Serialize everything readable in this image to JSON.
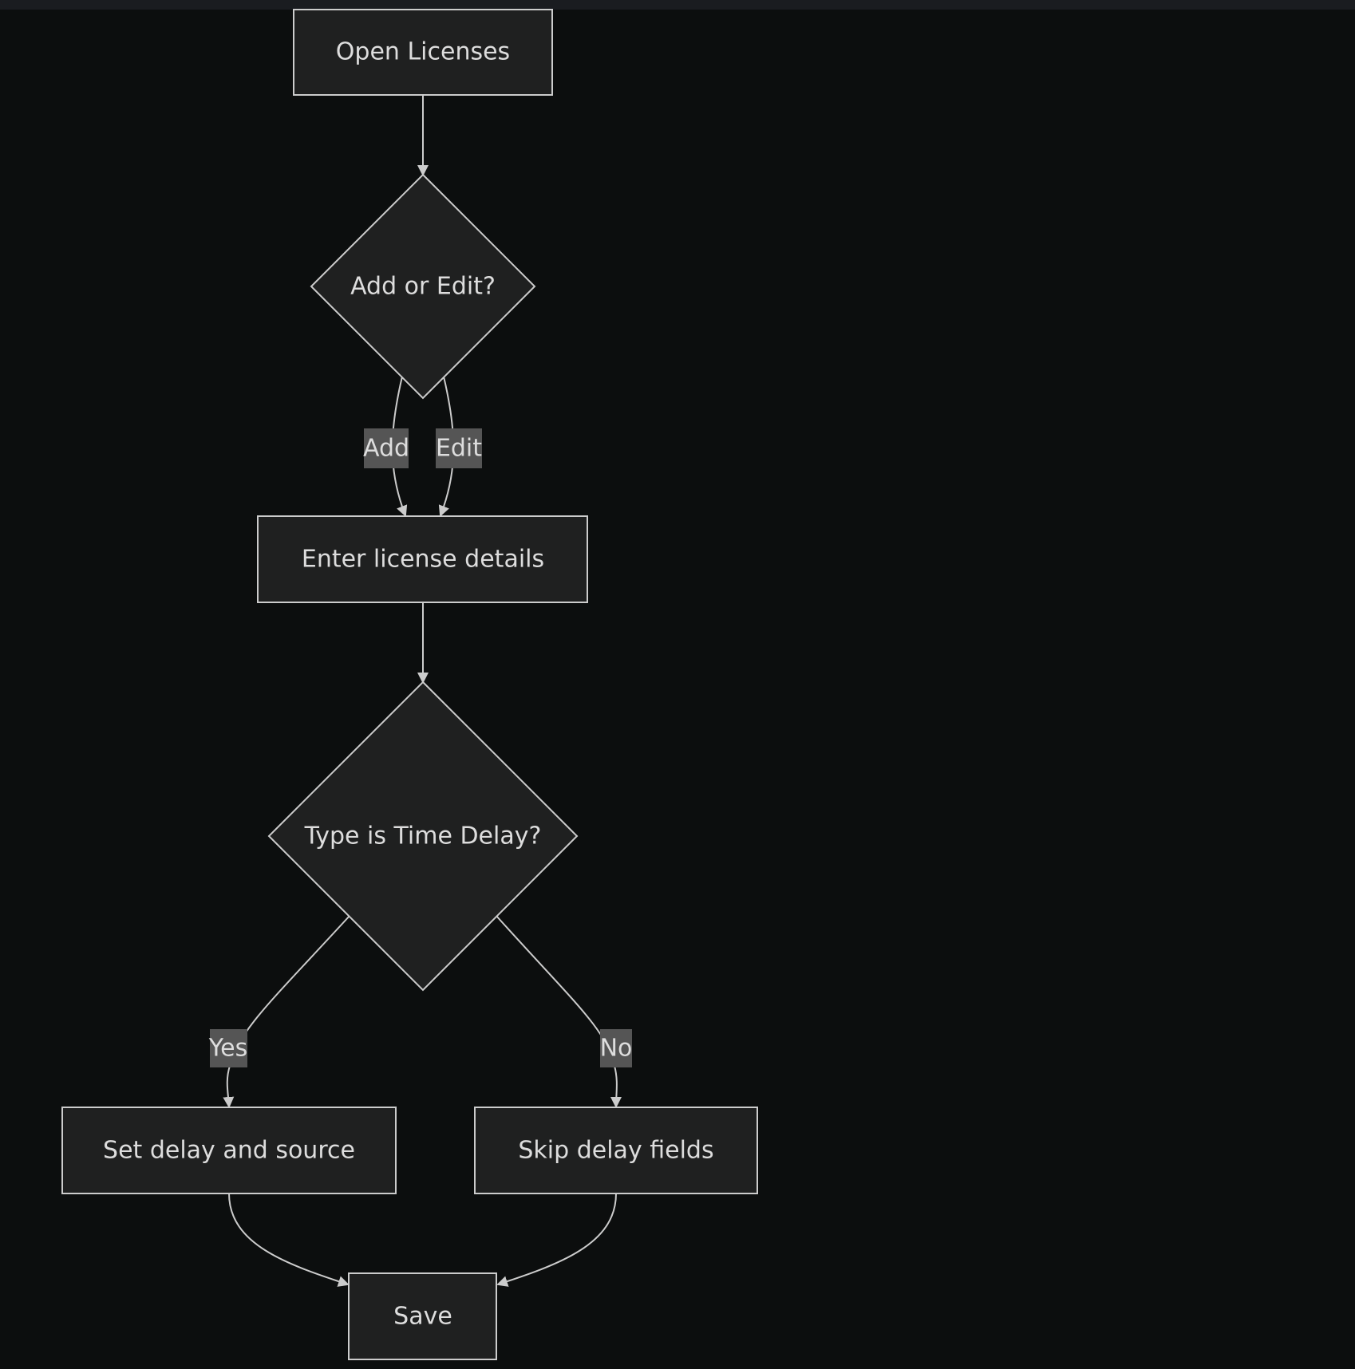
{
  "colors": {
    "background": "#0c0e0e",
    "node_fill": "#1f2020",
    "node_stroke": "#cccccc",
    "edge_label_bg": "#555555",
    "text": "#dddddd"
  },
  "nodes": {
    "open_licenses": "Open Licenses",
    "add_or_edit": "Add or Edit?",
    "enter_details": "Enter license details",
    "type_time_delay": "Type is Time Delay?",
    "set_delay": "Set delay and source",
    "skip_delay": "Skip delay fields",
    "save": "Save"
  },
  "edge_labels": {
    "add": "Add",
    "edit": "Edit",
    "yes": "Yes",
    "no": "No"
  }
}
